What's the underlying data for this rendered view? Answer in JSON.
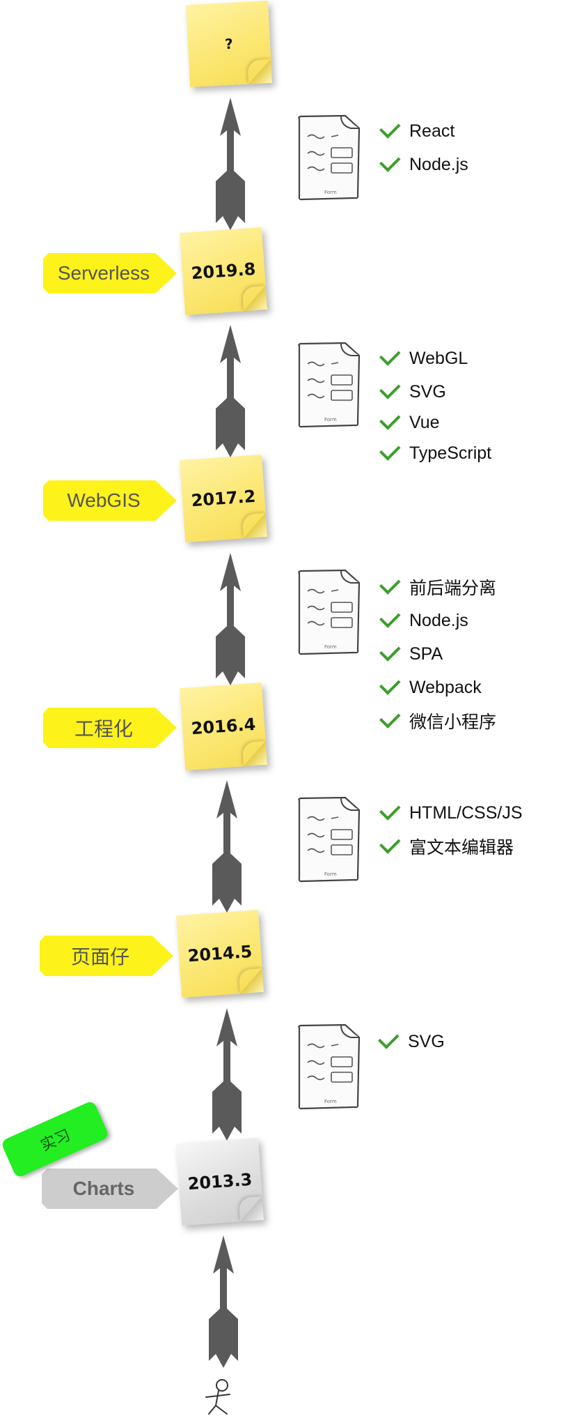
{
  "milestones": [
    {
      "date": "?",
      "tag": ""
    },
    {
      "date": "2019.8",
      "tag": "Serverless"
    },
    {
      "date": "2017.2",
      "tag": "WebGIS"
    },
    {
      "date": "2016.4",
      "tag": "工程化"
    },
    {
      "date": "2014.5",
      "tag": "页面仔"
    },
    {
      "date": "2013.3",
      "tag": "Charts"
    }
  ],
  "intern_badge": "实习",
  "form_label": "Form",
  "skills": [
    {
      "items": [
        "React",
        "Node.js"
      ]
    },
    {
      "items": [
        "WebGL",
        "SVG",
        "Vue",
        "TypeScript"
      ]
    },
    {
      "items": [
        "前后端分离",
        "Node.js",
        "SPA",
        "Webpack",
        "微信小程序"
      ]
    },
    {
      "items": [
        "HTML/CSS/JS",
        "富文本编辑器"
      ]
    },
    {
      "items": [
        "SVG"
      ]
    }
  ],
  "colors": {
    "note_yellow": "#fbe66f",
    "tag_yellow": "#fdf21a",
    "note_gray": "#dcdcdc",
    "intern_green": "#22ee22",
    "arrow": "#5a5a5a",
    "check": "#3c9e2a"
  }
}
